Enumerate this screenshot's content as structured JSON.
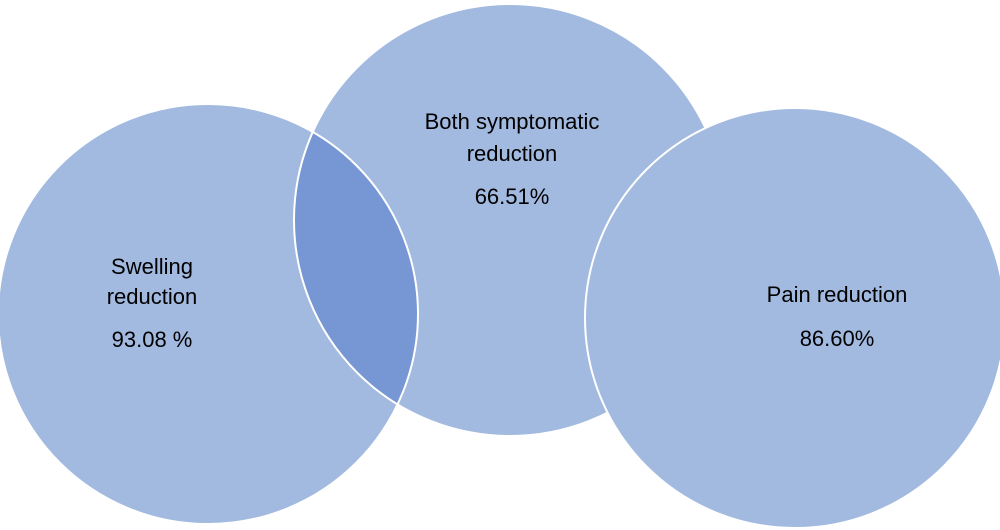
{
  "circles": {
    "swelling": {
      "label_line1": "Swelling",
      "label_line2": "reduction",
      "value": "93.08 %",
      "color": "#a2b9e0"
    },
    "both": {
      "label_line1": "Both symptomatic",
      "label_line2": "reduction",
      "value": "66.51%",
      "color": "#a2b9e0"
    },
    "pain": {
      "label_line1": "Pain reduction",
      "value": "86.60%",
      "color": "#a2b9e0"
    }
  },
  "overlap_color": "#7697d4"
}
